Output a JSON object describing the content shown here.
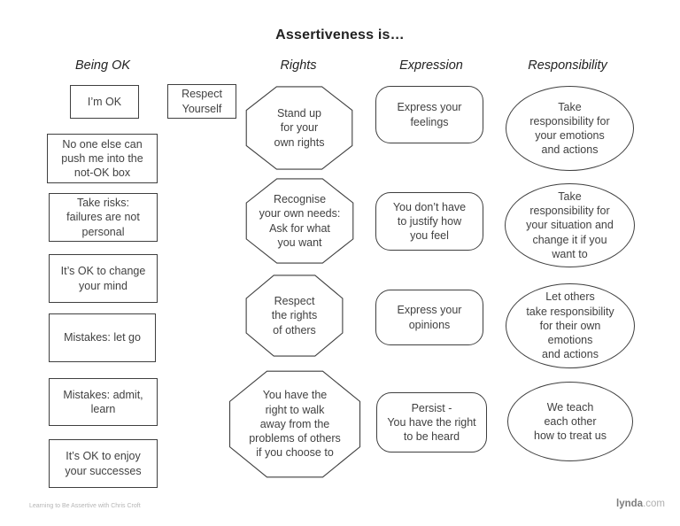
{
  "title": "Assertiveness is…",
  "columns": [
    {
      "header": "Being OK",
      "shape": "rectangle",
      "items": [
        {
          "text": "I’m OK"
        },
        {
          "text": "No one else can\npush me into the\nnot-OK box"
        },
        {
          "text": "Take risks:\nfailures are not\npersonal"
        },
        {
          "text": "It’s OK to change\nyour mind"
        },
        {
          "text": "Mistakes: let go"
        },
        {
          "text": "Mistakes: admit,\nlearn"
        },
        {
          "text": "It’s OK to enjoy\nyour successes"
        }
      ]
    },
    {
      "header": "Rights",
      "shape": "octagon",
      "bridge": {
        "text": "Respect\nYourself"
      },
      "items": [
        {
          "text": "Stand up\nfor your\nown rights"
        },
        {
          "text": "Recognise\nyour own needs:\nAsk for what\nyou want"
        },
        {
          "text": "Respect\nthe rights\nof others"
        },
        {
          "text": "You have the\nright to walk\naway from the\nproblems of others\nif you choose to"
        }
      ]
    },
    {
      "header": "Expression",
      "shape": "rounded-rectangle",
      "items": [
        {
          "text": "Express your\nfeelings"
        },
        {
          "text": "You don’t have\nto justify how\nyou feel"
        },
        {
          "text": "Express your\nopinions"
        },
        {
          "text": "Persist -\nYou have the right\nto be heard"
        }
      ]
    },
    {
      "header": "Responsibility",
      "shape": "ellipse",
      "items": [
        {
          "text": "Take\nresponsibility for\nyour emotions\nand actions"
        },
        {
          "text": "Take\nresponsibility for\nyour situation and\nchange it if you\nwant to"
        },
        {
          "text": "Let others\ntake responsibility\nfor their own\nemotions\nand actions"
        },
        {
          "text": "We teach\neach other\nhow to treat us"
        }
      ]
    }
  ],
  "footer": {
    "credit": "Learning to Be Assertive with Chris Croft",
    "logo_bold": "lynda",
    "logo_suffix": ".com"
  },
  "colors": {
    "stroke": "#3f3f3f",
    "text": "#414141",
    "heading": "#222222",
    "muted": "#b5b5b5",
    "logo_bold": "#7d7d7d",
    "logo_suffix": "#b0b0b0"
  }
}
